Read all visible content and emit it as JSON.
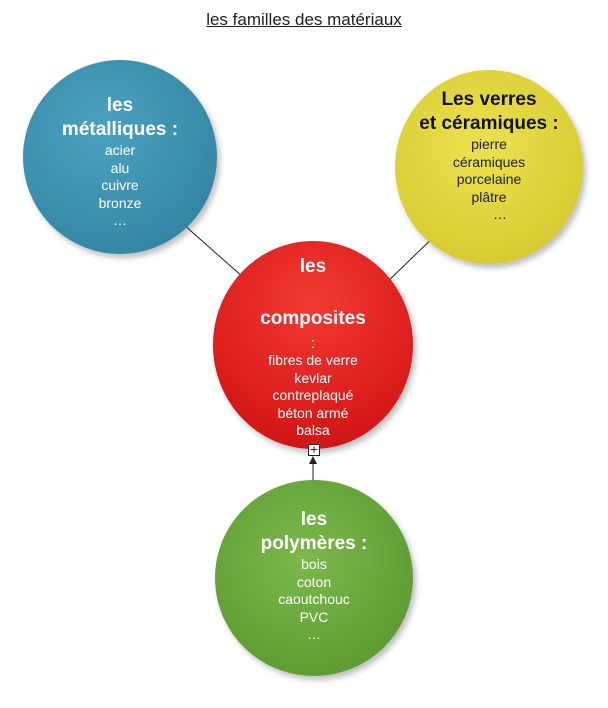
{
  "title": "les familles des matériaux",
  "nodes": {
    "metalliques": {
      "heading": "les\nmétalliques :",
      "items": [
        "acier",
        "alu",
        "cuivre",
        "bronze",
        "…"
      ],
      "color": "#3a8cab"
    },
    "verres": {
      "heading": "Les verres\net céramiques :",
      "items": [
        "pierre",
        "céramiques",
        "porcelaine",
        "plâtre",
        "…"
      ],
      "color": "#ddd039"
    },
    "composites": {
      "heading": "les\n\ncomposites",
      "colon": ":",
      "items": [
        "fibres de verre",
        "kevlar",
        "contreplaqué",
        "béton armé",
        "balsa"
      ],
      "color": "#dc1e1c"
    },
    "polymeres": {
      "heading": "les\npolymères :",
      "items": [
        "bois",
        "coton",
        "caoutchouc",
        "PVC",
        "…"
      ],
      "color": "#64a238"
    }
  },
  "expand_symbol": "+"
}
